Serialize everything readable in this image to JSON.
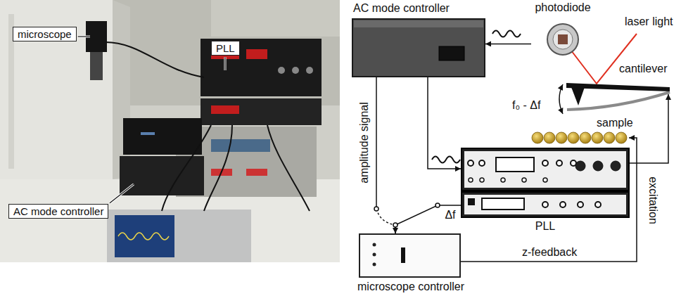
{
  "diagram": {
    "nodes": [
      {
        "text": [
          "microscope"
        ]
      },
      {
        "text": [
          "PLL"
        ]
      },
      {
        "text": [
          "AC mode controller"
        ]
      },
      {
        "text": [
          "AC mode controller"
        ]
      },
      {
        "text": [
          "photodiode"
        ]
      },
      {
        "text": [
          "PLL"
        ]
      },
      {
        "text": [
          "microscope controller"
        ]
      }
    ],
    "edges": [
      {
        "from": 4,
        "to": 3,
        "arrow": "to"
      },
      {
        "from": 3,
        "to": 5,
        "arrow": "to"
      },
      {
        "from": 3,
        "to": 6,
        "arrow": "none",
        "label": "amplitude signal"
      },
      {
        "from": 5,
        "to": 6,
        "arrow": "to",
        "label": "Δf"
      }
    ],
    "labels": [
      "laser light",
      "cantilever",
      "sample",
      "f₀ - Δf",
      "excitation",
      "z-feedback"
    ]
  }
}
